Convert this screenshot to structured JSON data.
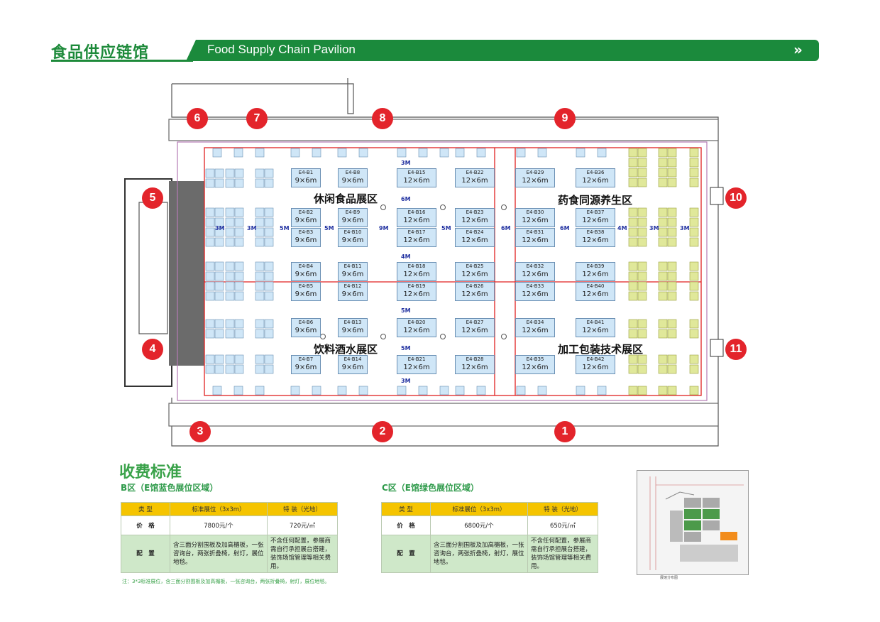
{
  "header": {
    "title_cn": "食品供应链馆",
    "title_en": "Food Supply Chain Pavilion",
    "arrows": "»"
  },
  "map": {
    "entrances": [
      "1",
      "2",
      "3",
      "4",
      "5",
      "6",
      "7",
      "8",
      "9",
      "10",
      "11"
    ],
    "zones": {
      "leisure_food": "休闲食品展区",
      "medicine_food": "药食同源养生区",
      "beverage": "饮料酒水展区",
      "packaging": "加工包装技术展区"
    },
    "aisles": [
      "3M",
      "3M",
      "5M",
      "5M",
      "9M",
      "5M",
      "6M",
      "6M",
      "4M",
      "3M",
      "3M",
      "3M",
      "6M",
      "4M",
      "5M",
      "5M",
      "3M"
    ],
    "booths": [
      {
        "id": "E4-B1",
        "size": "9×6m"
      },
      {
        "id": "E4-B8",
        "size": "9×6m"
      },
      {
        "id": "E4-B15",
        "size": "12×6m"
      },
      {
        "id": "E4-B22",
        "size": "12×6m"
      },
      {
        "id": "E4-B29",
        "size": "12×6m"
      },
      {
        "id": "E4-B36",
        "size": "12×6m"
      },
      {
        "id": "E4-B2",
        "size": "9×6m"
      },
      {
        "id": "E4-B9",
        "size": "9×6m"
      },
      {
        "id": "E4-B16",
        "size": "12×6m"
      },
      {
        "id": "E4-B23",
        "size": "12×6m"
      },
      {
        "id": "E4-B30",
        "size": "12×6m"
      },
      {
        "id": "E4-B37",
        "size": "12×6m"
      },
      {
        "id": "E4-B3",
        "size": "9×6m"
      },
      {
        "id": "E4-B10",
        "size": "9×6m"
      },
      {
        "id": "E4-B17",
        "size": "12×6m"
      },
      {
        "id": "E4-B24",
        "size": "12×6m"
      },
      {
        "id": "E4-B31",
        "size": "12×6m"
      },
      {
        "id": "E4-B38",
        "size": "12×6m"
      },
      {
        "id": "E4-B4",
        "size": "9×6m"
      },
      {
        "id": "E4-B11",
        "size": "9×6m"
      },
      {
        "id": "E4-B18",
        "size": "12×6m"
      },
      {
        "id": "E4-B25",
        "size": "12×6m"
      },
      {
        "id": "E4-B32",
        "size": "12×6m"
      },
      {
        "id": "E4-B39",
        "size": "12×6m"
      },
      {
        "id": "E4-B5",
        "size": "9×6m"
      },
      {
        "id": "E4-B12",
        "size": "9×6m"
      },
      {
        "id": "E4-B19",
        "size": "12×6m"
      },
      {
        "id": "E4-B26",
        "size": "12×6m"
      },
      {
        "id": "E4-B33",
        "size": "12×6m"
      },
      {
        "id": "E4-B40",
        "size": "12×6m"
      },
      {
        "id": "E4-B6",
        "size": "9×6m"
      },
      {
        "id": "E4-B13",
        "size": "9×6m"
      },
      {
        "id": "E4-B20",
        "size": "12×6m"
      },
      {
        "id": "E4-B27",
        "size": "12×6m"
      },
      {
        "id": "E4-B34",
        "size": "12×6m"
      },
      {
        "id": "E4-B41",
        "size": "12×6m"
      },
      {
        "id": "E4-B7",
        "size": "9×6m"
      },
      {
        "id": "E4-B14",
        "size": "9×6m"
      },
      {
        "id": "E4-B21",
        "size": "12×6m"
      },
      {
        "id": "E4-B28",
        "size": "12×6m"
      },
      {
        "id": "E4-B35",
        "size": "12×6m"
      },
      {
        "id": "E4-B42",
        "size": "12×6m"
      }
    ]
  },
  "fees": {
    "title": "收费标准",
    "b": {
      "subtitle": "B区（E馆蓝色展位区域）",
      "headers": [
        "类 型",
        "标准展位（3x3m）",
        "特 装（光地）"
      ],
      "price_label": "价　格",
      "price_std": "7800元/个",
      "price_raw": "720元/㎡",
      "config_label": "配　置",
      "config_std": "含三面分割围板及加高楣板，一张咨询台，两张折叠椅，射灯，展位地毯。",
      "config_raw": "不含任何配置，参展商需自行承担展台搭建，装饰场馆管理等相关费用。"
    },
    "c": {
      "subtitle": "C区（E馆绿色展位区域）",
      "headers": [
        "类 型",
        "标准展位（3x3m）",
        "特 装（光地）"
      ],
      "price_label": "价　格",
      "price_std": "6800元/个",
      "price_raw": "650元/㎡",
      "config_label": "配　置",
      "config_std": "含三面分割围板及加高楣板，一张咨询台，两张折叠椅，射灯，展位地毯。",
      "config_raw": "不含任何配置，参展商需自行承担展台搭建，装饰场馆管理等相关费用。"
    },
    "note": "注：3*3标准展位，含三面分割围板及加高楣板，一张咨询台，两张折叠椅，射灯，展位地毯。"
  },
  "minimap": {
    "caption": "展馆分布图"
  },
  "colors": {
    "green": "#1b8a3c",
    "red": "#e3242b",
    "booth_blue": "#cfe6f7",
    "booth_green": "#e0e89a",
    "header_yellow": "#f5c400"
  }
}
